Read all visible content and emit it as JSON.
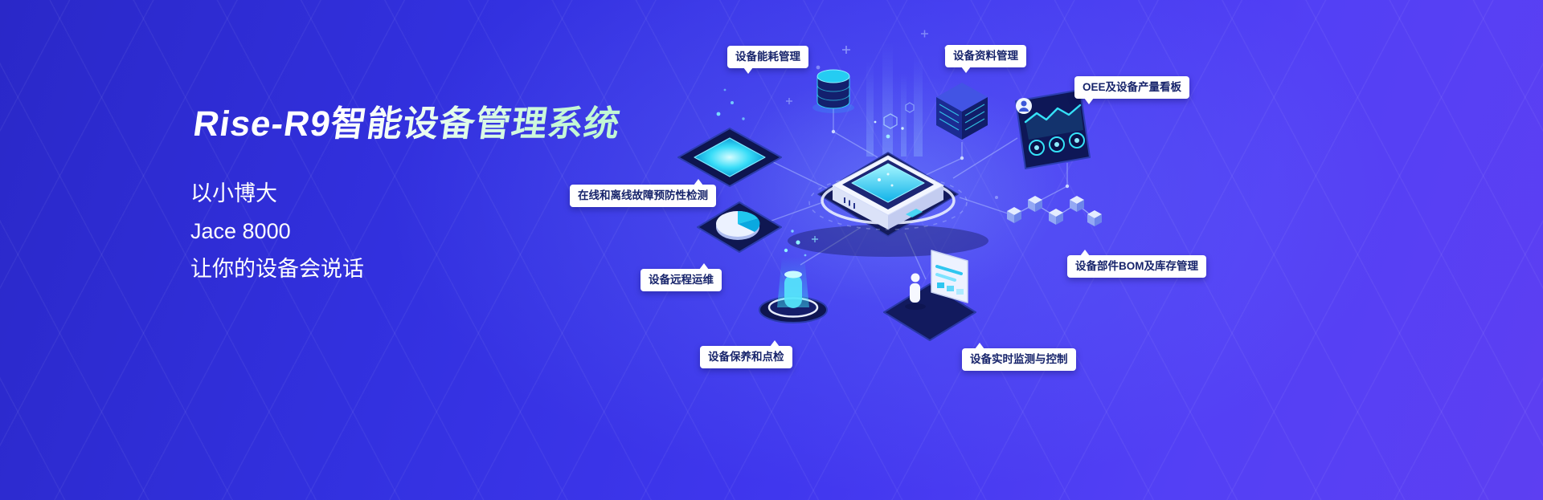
{
  "hero": {
    "title": "Rise-R9智能设备管理系统",
    "tagline_lines": [
      "以小博大",
      "Jace 8000",
      "让你的设备会说话"
    ]
  },
  "callouts": [
    {
      "id": "energy",
      "text": "设备能耗管理"
    },
    {
      "id": "docs",
      "text": "设备资料管理"
    },
    {
      "id": "oee",
      "text": "OEE及设备产量看板"
    },
    {
      "id": "predictive",
      "text": "在线和离线故障预防性检测"
    },
    {
      "id": "remote",
      "text": "设备远程运维"
    },
    {
      "id": "maintenance",
      "text": "设备保养和点检"
    },
    {
      "id": "realtime",
      "text": "设备实时监测与控制"
    },
    {
      "id": "bom",
      "text": "设备部件BOM及库存管理"
    }
  ],
  "colors": {
    "bg_gradient_start": "#2a28c8",
    "bg_gradient_end": "#5d3ff2",
    "accent_cyan": "#2fd9f5",
    "label_bg": "#ffffff",
    "label_text": "#17246b",
    "title_color": "#ffffff"
  },
  "illustration_elements": [
    "glowing-panel",
    "database-cylinder",
    "server-stack",
    "dashboard-screen",
    "central-device-hub",
    "linked-cubes",
    "pie-chart-tile",
    "hologram-projector",
    "operator-kiosk"
  ]
}
